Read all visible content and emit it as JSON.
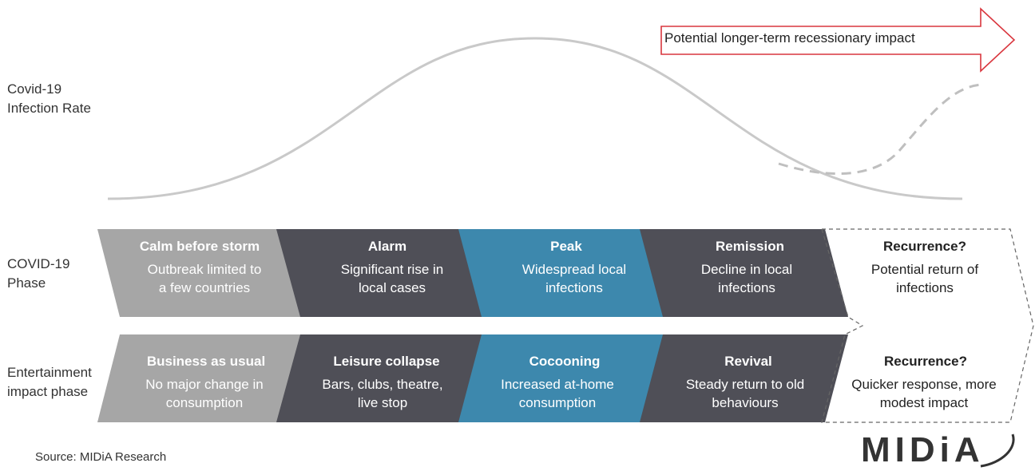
{
  "labels": {
    "infection_rate": [
      "Covid-19",
      "Infection Rate"
    ],
    "covid_phase": [
      "COVID-19",
      "Phase"
    ],
    "entertainment_phase": [
      "Entertainment",
      "impact phase"
    ]
  },
  "arrow": {
    "text": "Potential longer-term recessionary impact",
    "color": "#d9363e"
  },
  "covid_phases": [
    {
      "title": "Calm before storm",
      "desc": "Outbreak limited to a few countries",
      "color": "#a6a6a6"
    },
    {
      "title": "Alarm",
      "desc": "Significant rise in local cases",
      "color": "#4f4f57"
    },
    {
      "title": "Peak",
      "desc": "Widespread local infections",
      "color": "#3d88ad"
    },
    {
      "title": "Remission",
      "desc": "Decline in local infections",
      "color": "#4f4f57"
    },
    {
      "title": "Recurrence?",
      "desc": "Potential return of infections",
      "color": "dashed-outline"
    }
  ],
  "entertainment_phases": [
    {
      "title": "Business as usual",
      "desc": "No major change in consumption",
      "color": "#a6a6a6"
    },
    {
      "title": "Leisure collapse",
      "desc": "Bars, clubs, theatre, live stop",
      "color": "#4f4f57"
    },
    {
      "title": "Cocooning",
      "desc": "Increased at-home consumption",
      "color": "#3d88ad"
    },
    {
      "title": "Revival",
      "desc": "Steady return to old behaviours",
      "color": "#4f4f57"
    },
    {
      "title": "Recurrence?",
      "desc": "Quicker response, more modest impact",
      "color": "dashed-outline"
    }
  ],
  "source": "Source: MIDiA Research",
  "logo": {
    "text": "MIDiA"
  },
  "colors": {
    "curve": "#c9c9c9",
    "dash": "#bfbfbf",
    "text_dark": "#333333"
  }
}
